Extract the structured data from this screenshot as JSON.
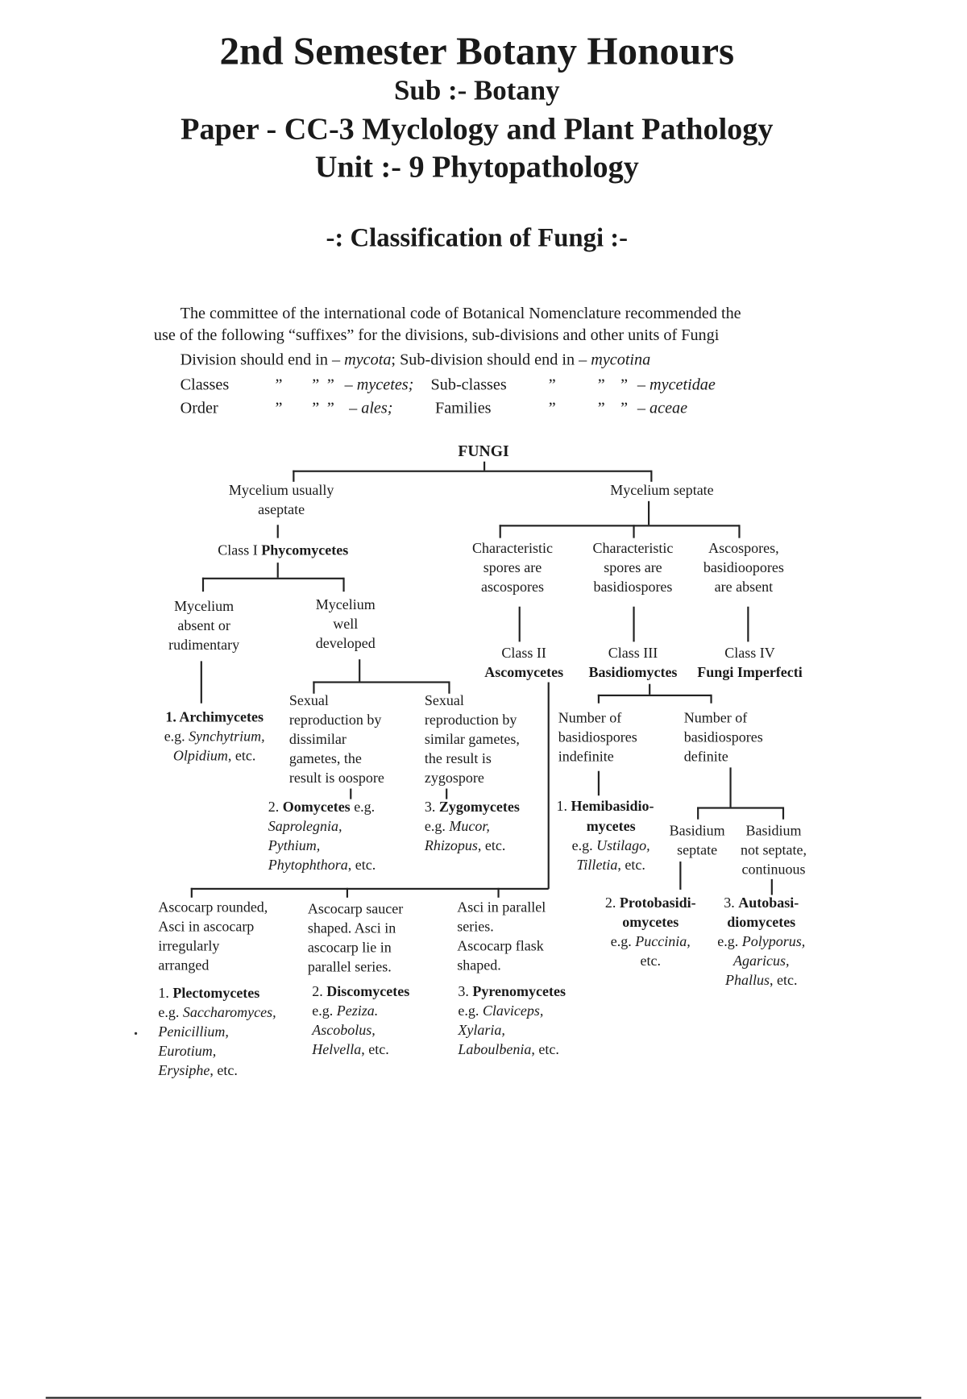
{
  "header": {
    "title": "2nd Semester Botany Honours",
    "subject": "Sub :- Botany",
    "paper": "Paper - CC-3 Myclology and Plant Pathology",
    "unit": "Unit :- 9 Phytopathology",
    "section_title": "-: Classification of Fungi :-"
  },
  "intro": {
    "line1": "The committee of the international code of Botanical Nomenclature recommended the",
    "line2": "use of the following “suffixes” for the divisions, sub-divisions and other units of Fungi",
    "division": "Division should end in – ",
    "division_suffix": "mycota",
    "subdivision": "; Sub-division should end in – ",
    "subdivision_suffix": "mycotina",
    "classes": "Classes",
    "ditto": "”",
    "classes_suffix": "– mycetes;",
    "subclasses": "Sub-classes",
    "subclasses_suffix": "– mycetidae",
    "order": "Order",
    "order_suffix": "– ales;",
    "families": "Families",
    "families_suffix": "– aceae"
  },
  "tree": {
    "root": [
      [
        {
          "b": "FUNGI"
        }
      ]
    ],
    "aseptate": [
      [
        "Mycelium usually"
      ],
      [
        "aseptate"
      ]
    ],
    "septate": [
      [
        "Mycelium septate"
      ]
    ],
    "phycomycetes": [
      [
        "Class I ",
        {
          "b": "Phycomycetes"
        }
      ]
    ],
    "absent": [
      [
        "Mycelium"
      ],
      [
        "absent or"
      ],
      [
        "rudimentary"
      ]
    ],
    "well": [
      [
        "Mycelium"
      ],
      [
        "well"
      ],
      [
        "developed"
      ]
    ],
    "asco_spores": [
      [
        "Characteristic"
      ],
      [
        "spores are"
      ],
      [
        "ascospores"
      ]
    ],
    "basidio_spores": [
      [
        "Characteristic"
      ],
      [
        "spores are"
      ],
      [
        "basidiospores"
      ]
    ],
    "absent_spores": [
      [
        "Ascospores,"
      ],
      [
        "basidioopores"
      ],
      [
        "are absent"
      ]
    ],
    "class2": [
      [
        "Class II"
      ],
      [
        {
          "b": "Ascomycetes"
        }
      ]
    ],
    "class3": [
      [
        "Class III"
      ],
      [
        {
          "b": "Basidiomyctes"
        }
      ]
    ],
    "class4": [
      [
        "Class IV"
      ],
      [
        {
          "b": "Fungi Imperfecti"
        }
      ]
    ],
    "archimycetes": [
      [
        {
          "b": "1. Archimycetes"
        }
      ],
      [
        "e.g. ",
        {
          "i": "Synchytrium,"
        }
      ],
      [
        {
          "i": "Olpidium"
        },
        ", etc."
      ]
    ],
    "dissimilar": [
      [
        "Sexual"
      ],
      [
        "reproduction by"
      ],
      [
        "dissimilar"
      ],
      [
        "gametes, the"
      ],
      [
        "result is oospore"
      ]
    ],
    "similar": [
      [
        "Sexual"
      ],
      [
        "reproduction by"
      ],
      [
        "similar gametes,"
      ],
      [
        "the result is"
      ],
      [
        "zygospore"
      ]
    ],
    "oomycetes": [
      [
        "2. ",
        {
          "b": "Oomycetes"
        },
        " e.g."
      ],
      [
        {
          "i": "Saprolegnia,"
        }
      ],
      [
        {
          "i": "Pythium,"
        }
      ],
      [
        {
          "i": "Phytophthora"
        },
        ", etc."
      ]
    ],
    "zygomycetes": [
      [
        "3. ",
        {
          "b": "Zygomycetes"
        }
      ],
      [
        "e.g. ",
        {
          "i": "Mucor,"
        }
      ],
      [
        {
          "i": "Rhizopus"
        },
        ", etc."
      ]
    ],
    "indefinite": [
      [
        "Number of"
      ],
      [
        "basidiospores"
      ],
      [
        "indefinite"
      ]
    ],
    "definite": [
      [
        "Number of"
      ],
      [
        "basidiospores"
      ],
      [
        "definite"
      ]
    ],
    "hemibasidio": [
      [
        "1. ",
        {
          "b": "Hemibasidio-"
        }
      ]
    ],
    "hemibasidio2": [
      [
        {
          "b": "mycetes"
        }
      ],
      [
        "e.g. ",
        {
          "i": "Ustilago,"
        }
      ],
      [
        {
          "i": "Tilletia"
        },
        ", etc."
      ]
    ],
    "basidium_septate": [
      [
        "Basidium"
      ],
      [
        "septate"
      ]
    ],
    "basidium_not": [
      [
        "Basidium"
      ],
      [
        "not septate,"
      ],
      [
        "continuous"
      ]
    ],
    "protobasidio": [
      [
        "2. ",
        {
          "b": "Protobasidi-"
        }
      ],
      [
        {
          "b": "omycetes"
        }
      ],
      [
        "e.g. ",
        {
          "i": "Puccinia,"
        }
      ],
      [
        "etc."
      ]
    ],
    "autobasidio": [
      [
        "3. ",
        {
          "b": "Autobasi-"
        }
      ],
      [
        {
          "b": "diomycetes"
        }
      ],
      [
        "e.g. ",
        {
          "i": "Polyporus,"
        }
      ],
      [
        {
          "i": "Agaricus,"
        }
      ],
      [
        {
          "i": "Phallus"
        },
        ", etc."
      ]
    ],
    "rounded": [
      [
        "Ascocarp rounded,"
      ],
      [
        "Asci in ascocarp"
      ],
      [
        "irregularly"
      ],
      [
        "arranged"
      ]
    ],
    "plecto": [
      [
        "1. ",
        {
          "b": "Plectomycetes"
        }
      ],
      [
        "e.g. ",
        {
          "i": "Saccharomyces,"
        }
      ],
      [
        {
          "i": "Penicillium,"
        }
      ],
      [
        {
          "i": "Eurotium,"
        }
      ],
      [
        {
          "i": "Erysiphe"
        },
        ", etc."
      ]
    ],
    "saucer": [
      [
        "Ascocarp saucer"
      ],
      [
        "shaped. Asci in"
      ],
      [
        "ascocarp lie in"
      ],
      [
        "parallel series."
      ]
    ],
    "disco": [
      [
        "2. ",
        {
          "b": "Discomycetes"
        }
      ],
      [
        "e.g. ",
        {
          "i": "Peziza."
        }
      ],
      [
        {
          "i": "Ascobolus,"
        }
      ],
      [
        {
          "i": "Helvella"
        },
        ", etc."
      ]
    ],
    "parallel": [
      [
        "Asci in parallel"
      ],
      [
        "series."
      ],
      [
        "Ascocarp flask"
      ],
      [
        "shaped."
      ]
    ],
    "pyreno": [
      [
        "3. ",
        {
          "b": "Pyrenomycetes"
        }
      ],
      [
        "e.g. ",
        {
          "i": "Claviceps,"
        }
      ],
      [
        {
          "i": "Xylaria,"
        }
      ],
      [
        {
          "i": "Laboulbenia"
        },
        ", etc."
      ]
    ]
  }
}
